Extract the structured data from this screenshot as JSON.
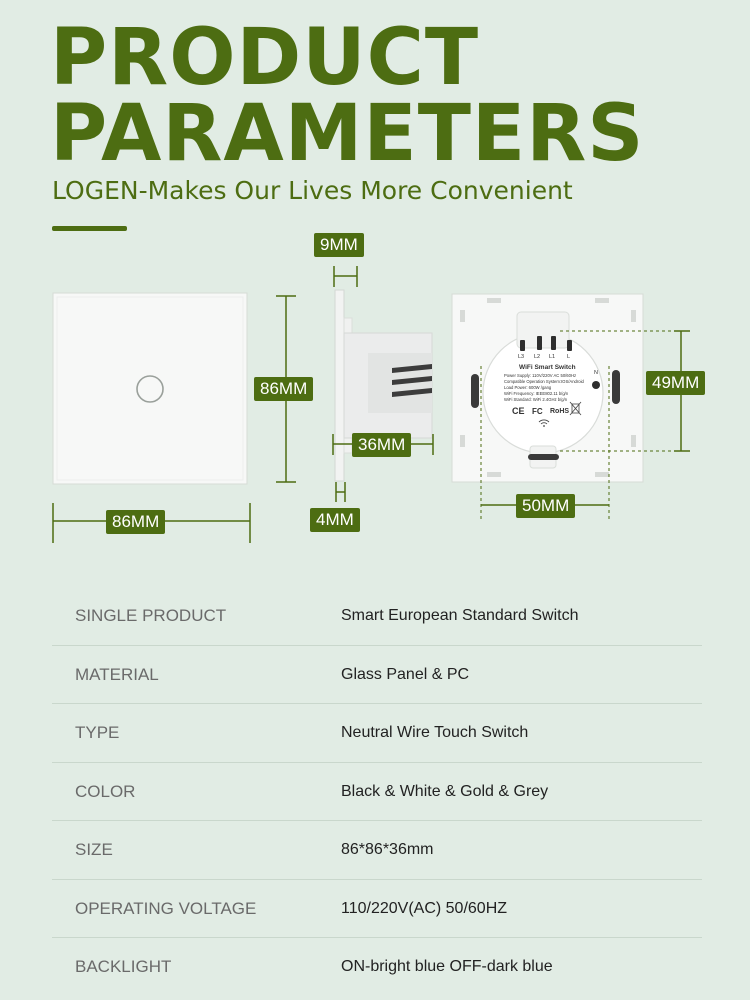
{
  "header": {
    "title_line1": "PRODUCT",
    "title_line2": "PARAMETERS",
    "subtitle": "LOGEN-Makes Our Lives More Convenient"
  },
  "dimensions": {
    "panel_height": "86MM",
    "panel_width": "86MM",
    "depth_top": "9MM",
    "depth_body": "36MM",
    "depth_bottom": "4MM",
    "box_height": "49MM",
    "box_width": "50MM"
  },
  "module_label": {
    "terminals": [
      "L3",
      "L2",
      "L1",
      "L"
    ],
    "terminal_n": "N",
    "product_name": "WiFi Smart Switch",
    "line1": "Power Supply: 110V/220V AC  50/60Hz",
    "line2": "Compatible Operation System:IOS/Android",
    "line3": "Load Power: 600W /gang",
    "line4": "WiFi Frequency: IEEE802.11 b/g/n",
    "line5": "WiFi Standard: WiFi 2.4GHz b/g/n",
    "marks": [
      "CE",
      "FC",
      "RoHS"
    ]
  },
  "specs": [
    {
      "label": "SINGLE PRODUCT",
      "value": "Smart European Standard Switch"
    },
    {
      "label": "MATERIAL",
      "value": "Glass Panel & PC"
    },
    {
      "label": "TYPE",
      "value": "Neutral Wire Touch Switch"
    },
    {
      "label": "COLOR",
      "value": "Black & White & Gold & Grey"
    },
    {
      "label": "SIZE",
      "value": "86*86*36mm"
    },
    {
      "label": "OPERATING VOLTAGE",
      "value": "110/220V(AC) 50/60HZ"
    },
    {
      "label": "BACKLIGHT",
      "value": "ON-bright blue OFF-dark blue"
    }
  ],
  "colors": {
    "brand_green": "#4d6d12",
    "background": "#e1ece4",
    "panel": "#f7f8f7"
  }
}
